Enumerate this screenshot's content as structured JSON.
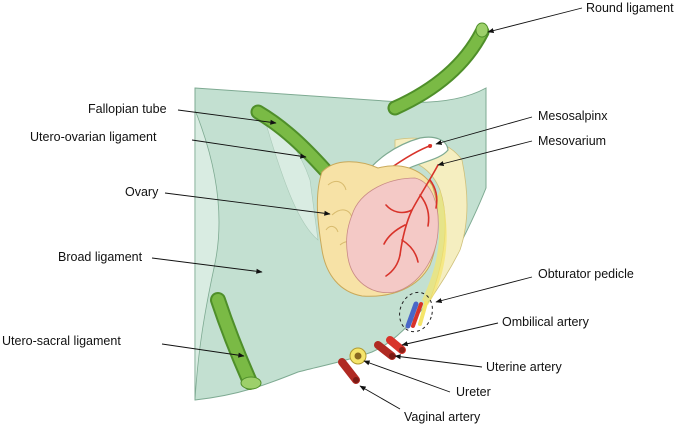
{
  "labels": {
    "round_ligament": "Round ligament",
    "fallopian_tube": "Fallopian tube",
    "utero_ovarian_ligament": "Utero-ovarian ligament",
    "ovary": "Ovary",
    "broad_ligament": "Broad ligament",
    "utero_sacral_ligament": "Utero-sacral ligament",
    "mesosalpinx": "Mesosalpinx",
    "mesovarium": "Mesovarium",
    "obturator_pedicle": "Obturator pedicle",
    "ombilical_artery": "Ombilical artery",
    "uterine_artery": "Uterine artery",
    "ureter": "Ureter",
    "vaginal_artery": "Vaginal artery"
  },
  "colors": {
    "ligament_fill": "#c3e0d1",
    "ligament_light": "#d9ece2",
    "ligament_stroke": "#7eaa92",
    "tube_green": "#7aba45",
    "tube_dark": "#4f8f2a",
    "ovary_cream": "#f7e2a6",
    "ovary_pink": "#f4c9c6",
    "artery_red": "#d8332a",
    "ureter_yellow": "#f5e56b",
    "vein_blue": "#4967c8"
  }
}
